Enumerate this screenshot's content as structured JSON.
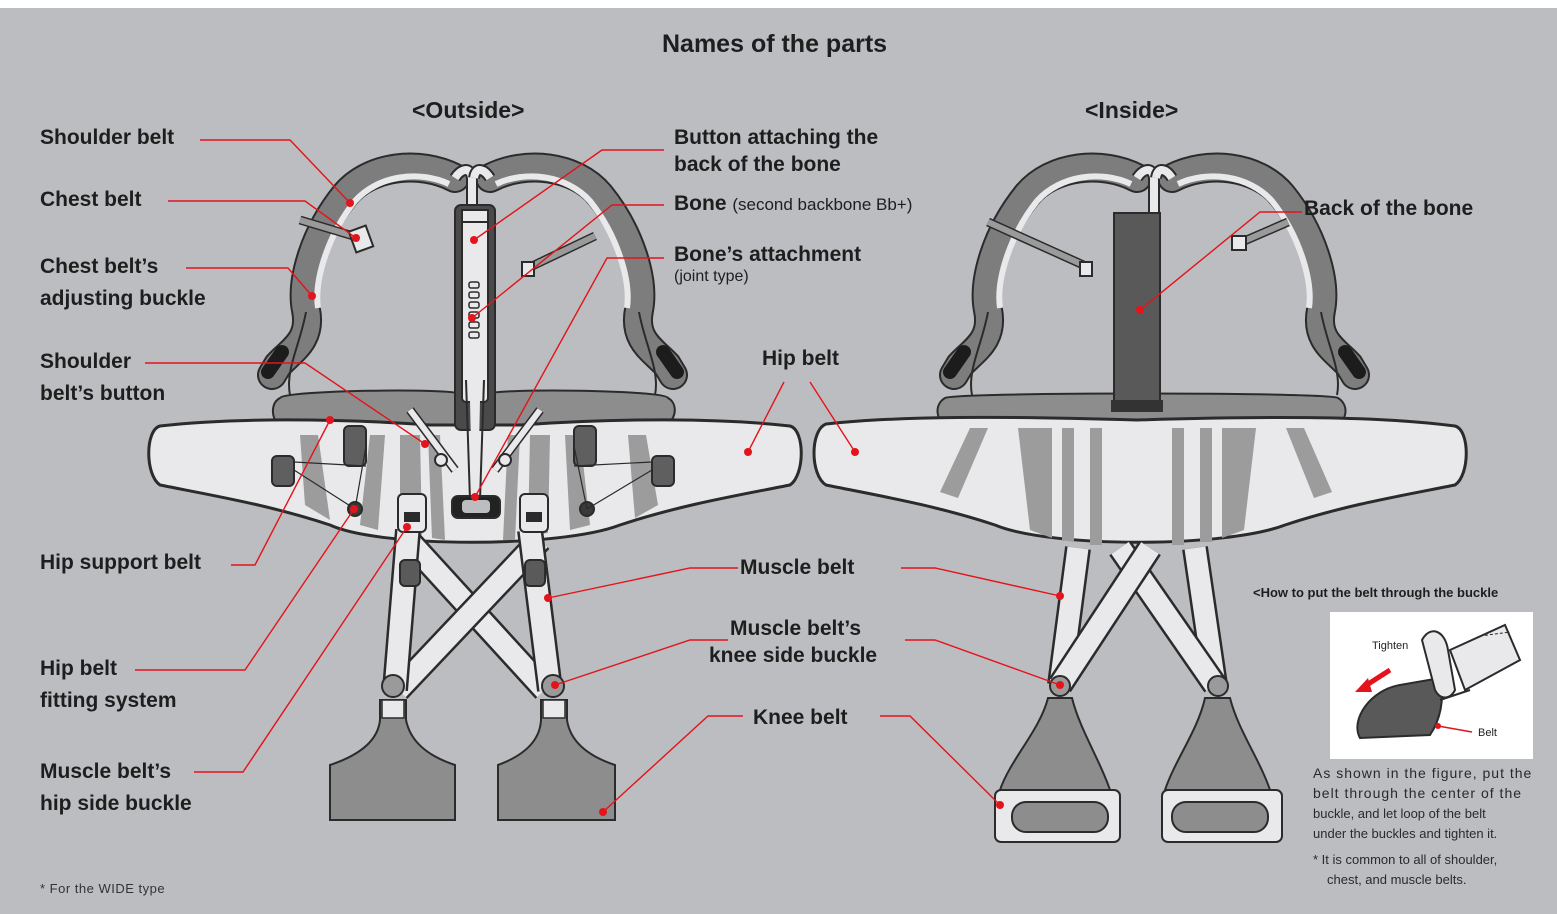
{
  "title": "Names of the parts",
  "views": {
    "outside": "<Outside>",
    "inside": "<Inside>"
  },
  "labels": {
    "shoulder_belt": "Shoulder belt",
    "chest_belt": "Chest belt",
    "chest_buckle_1": "Chest belt’s",
    "chest_buckle_2": "adjusting buckle",
    "shoulder_button_1": "Shoulder",
    "shoulder_button_2": "belt’s button",
    "hip_support": "Hip support belt",
    "hip_fitting_1": "Hip belt",
    "hip_fitting_2": "fitting system",
    "muscle_hip_1": "Muscle belt’s",
    "muscle_hip_2": "hip side buckle",
    "button_back_1": "Button attaching the",
    "button_back_2": "back of the bone",
    "bone": "Bone",
    "bone_sub": "(second backbone Bb+)",
    "bone_attach": "Bone’s attachment",
    "bone_attach_sub": "(joint type)",
    "hip_belt": "Hip belt",
    "muscle_belt": "Muscle belt",
    "muscle_knee_1": "Muscle belt’s",
    "muscle_knee_2": "knee side buckle",
    "knee_belt": "Knee belt",
    "back_of_bone": "Back of the bone"
  },
  "howto": {
    "heading": "<How to put the belt through the buckle",
    "tighten": "Tighten",
    "belt": "Belt",
    "desc_1": "As shown in the figure, put the",
    "desc_2": "belt through the center of the",
    "desc_3": "buckle, and let loop of the belt",
    "desc_4": "under the buckles and tighten it.",
    "note_1": "* It is common to all of shoulder,",
    "note_2": "chest, and muscle belts."
  },
  "footnote": "* For the WIDE type",
  "colors": {
    "background": "#bcbdc0",
    "leader": "#e3141b",
    "outline": "#2b2b2b",
    "belt_gray": "#8d8d8d",
    "pad_light": "#e9e9eb"
  }
}
